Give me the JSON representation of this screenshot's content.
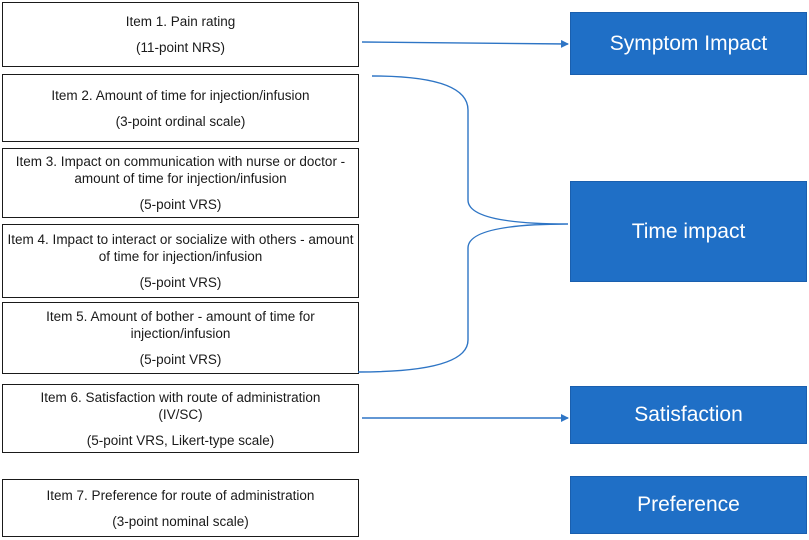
{
  "items": [
    {
      "title": "Item 1. Pain rating",
      "scale": "(11-point NRS)"
    },
    {
      "title": "Item 2. Amount of time for injection/infusion",
      "scale": "(3-point ordinal scale)"
    },
    {
      "title": "Item 3. Impact on communication with nurse or doctor - amount of time for injection/infusion",
      "scale": "(5-point VRS)"
    },
    {
      "title": "Item 4. Impact to interact or socialize with others - amount of time for injection/infusion",
      "scale": "(5-point VRS)"
    },
    {
      "title": "Item 5. Amount of bother - amount of time for injection/infusion",
      "scale": "(5-point VRS)"
    },
    {
      "title": "Item 6. Satisfaction with route of administration (IV/SC)",
      "scale": "(5-point VRS, Likert-type scale)"
    },
    {
      "title": "Item 7. Preference for route of administration",
      "scale": "(3-point nominal scale)"
    }
  ],
  "domains": [
    {
      "label": "Symptom Impact"
    },
    {
      "label": "Time impact"
    },
    {
      "label": "Satisfaction"
    },
    {
      "label": "Preference"
    }
  ],
  "colors": {
    "domain_fill": "#1f6fc6",
    "connector": "#2e75c5",
    "box_border": "#1a1a1a"
  }
}
